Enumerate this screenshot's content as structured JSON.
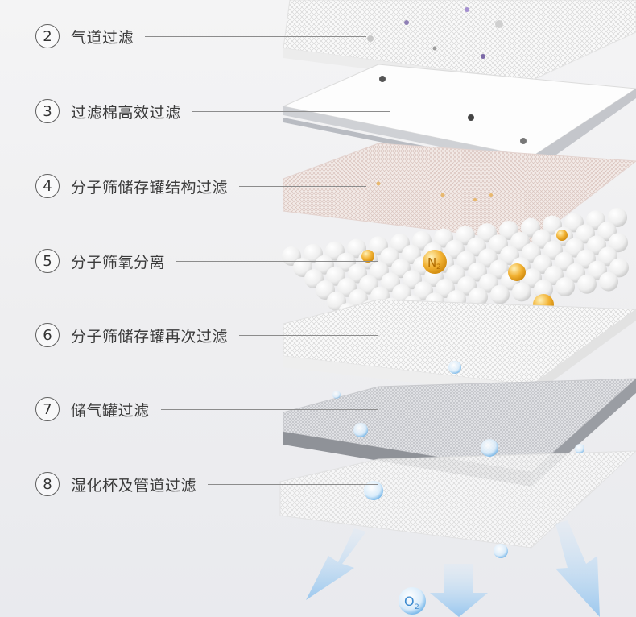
{
  "steps": [
    {
      "number": "2",
      "label": "气道过滤"
    },
    {
      "number": "3",
      "label": "过滤棉高效过滤"
    },
    {
      "number": "4",
      "label": "分子筛储存罐结构过滤"
    },
    {
      "number": "5",
      "label": "分子筛氧分离"
    },
    {
      "number": "6",
      "label": "分子筛储存罐再次过滤"
    },
    {
      "number": "7",
      "label": "储气罐过滤"
    },
    {
      "number": "8",
      "label": "湿化杯及管道过滤"
    }
  ],
  "molecules": {
    "nitrogen": "N",
    "nitrogen_sub": "2",
    "oxygen": "O",
    "oxygen_sub": "2"
  },
  "colors": {
    "text": "#3b3b3b",
    "leader": "#8c8c8c",
    "nitrogen_ball": "#f2b233",
    "oxygen_bubble": "#78b8ea",
    "arrow": "#8ec2ee"
  }
}
